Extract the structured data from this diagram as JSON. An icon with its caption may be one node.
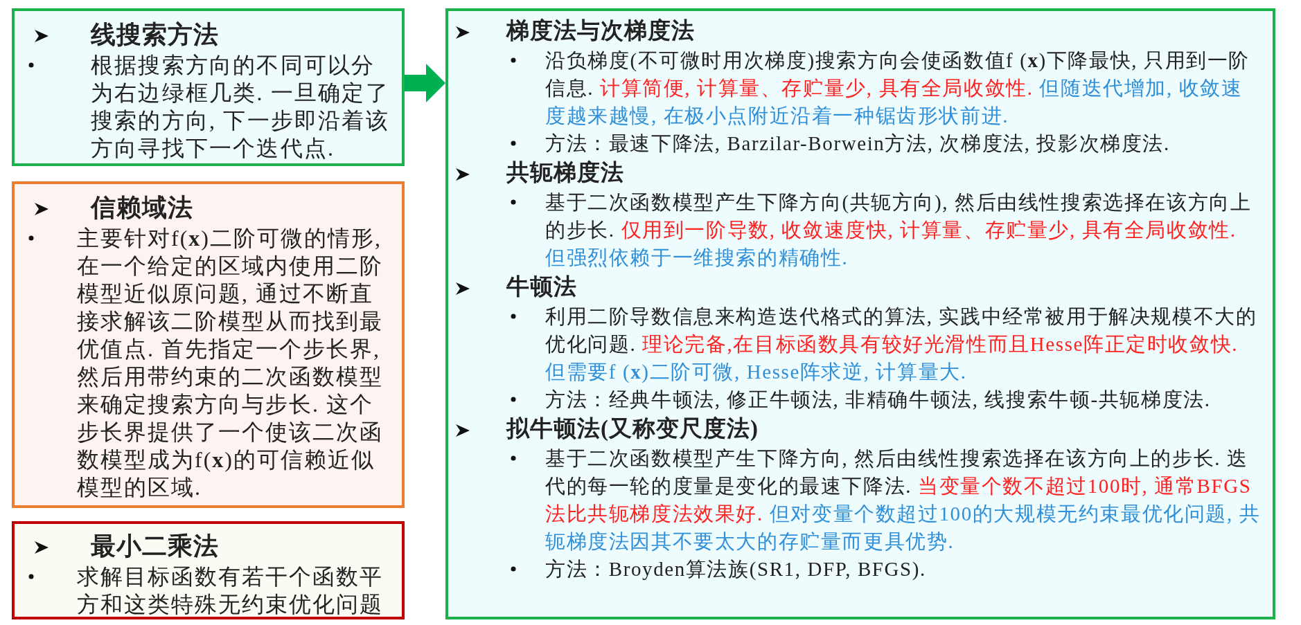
{
  "diagram": {
    "nodes": [
      {
        "text": [
          "线搜索方法",
          "根据搜索方向的不同可以分为右边绿框几类. 一旦确定了搜索的方向, 下一步即沿着该方向寻找下一个迭代点."
        ]
      },
      {
        "text": [
          "信赖域法",
          "主要针对f(**x**)二阶可微的情形, 在一个给定的区域内使用二阶模型近似原问题, 通过不断直接求解该二阶模型从而找到最优值点. 首先指定一个步长界, 然后用带约束的二次函数模型来确定搜索方向与步长. 这个步长界提供了一个使该二次函数模型成为f(**x**)的可信赖近似模型的区域."
        ]
      },
      {
        "text": [
          "最小二乘法",
          "求解目标函数有若干个函数平方和这类特殊无约束优化问题"
        ]
      },
      {
        "text": [
          "梯度法与次梯度法",
          "沿负梯度(不可微时用次梯度)搜索方向会使函数值f (**x**)下降最快, 只用到一阶信息.",
          "计算简便, 计算量、存贮量少, 具有全局收敛性.",
          "但随迭代增加, 收敛速度越来越慢, 在极小点附近沿着一种锯齿形状前进.",
          "方法：最速下降法, Barzilar-Borwein方法, 次梯度法, 投影次梯度法.",
          "共轭梯度法",
          "基于二次函数模型产生下降方向(共轭方向), 然后由线性搜索选择在该方向上的步长.",
          "仅用到一阶导数, 收敛速度快, 计算量、存贮量少, 具有全局收敛性.",
          "但强烈依赖于一维搜索的精确性.",
          "牛顿法",
          "利用二阶导数信息来构造迭代格式的算法, 实践中经常被用于解决规模不大的优化问题.",
          "理论完备,在目标函数具有较好光滑性而且Hesse阵正定时收敛快.",
          "但需要f (**x**)二阶可微, Hesse阵求逆, 计算量大.",
          "方法：经典牛顿法, 修正牛顿法, 非精确牛顿法, 线搜索牛顿-共轭梯度法.",
          "拟牛顿法(又称变尺度法)",
          "基于二次函数模型产生下降方向, 然后由线性搜索选择在该方向上的步长. 迭代的每一轮的度量是变化的最速下降法.",
          "当变量个数不超过100时, 通常BFGS法比共轭梯度法效果好.",
          "但对变量个数超过100的大规模无约束最优化问题, 共轭梯度法因其不要太大的存贮量而更具优势.",
          "方法：Broyden算法族(SR1, DFP, BFGS)."
        ]
      }
    ],
    "edges": [
      {
        "from": 0,
        "to": 3,
        "arrow": "to",
        "style": "thick",
        "color": "#00b050"
      }
    ]
  }
}
